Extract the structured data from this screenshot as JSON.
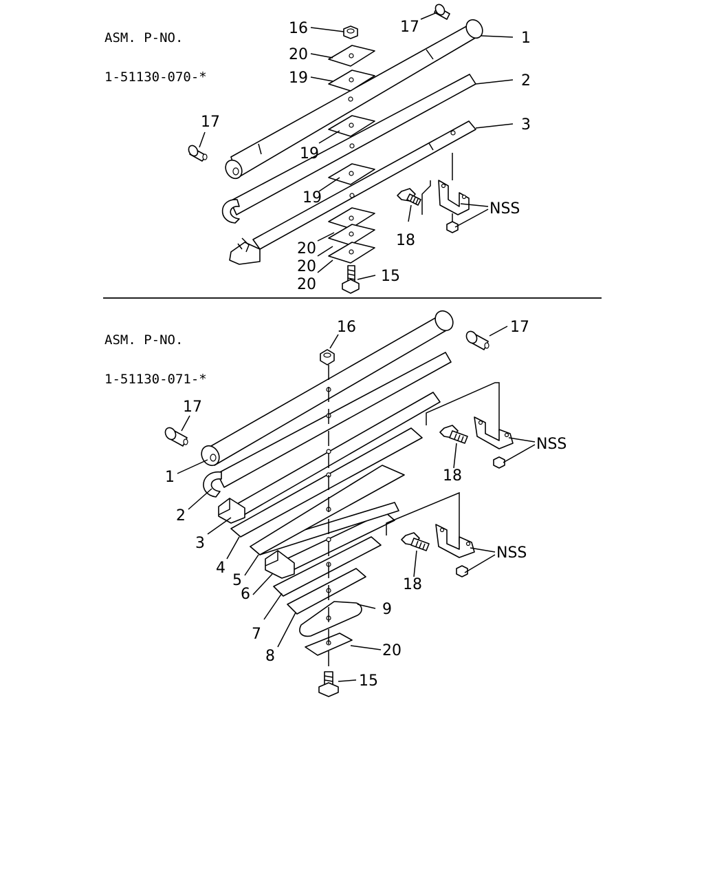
{
  "assemblies": [
    {
      "id": "top",
      "asm_label": "ASM. P-NO.",
      "part_number": "1-51130-070-*",
      "callouts": {
        "c16": "16",
        "c17a": "17",
        "c1": "1",
        "c20a": "20",
        "c19a": "19",
        "c2": "2",
        "c17b": "17",
        "c3": "3",
        "c19b": "19",
        "c19c": "19",
        "c18": "18",
        "c_nss": "NSS",
        "c20b": "20",
        "c20c": "20",
        "c20d": "20",
        "c15": "15"
      }
    },
    {
      "id": "bottom",
      "asm_label": "ASM. P-NO.",
      "part_number": "1-51130-071-*",
      "callouts": {
        "c16": "16",
        "c17a": "17",
        "c17b": "17",
        "c1": "1",
        "c2": "2",
        "c3": "3",
        "c4": "4",
        "c5": "5",
        "c6": "6",
        "c7": "7",
        "c8": "8",
        "c9": "9",
        "c20": "20",
        "c15": "15",
        "c18a": "18",
        "c18b": "18",
        "c_nss_a": "NSS",
        "c_nss_b": "NSS"
      }
    }
  ]
}
